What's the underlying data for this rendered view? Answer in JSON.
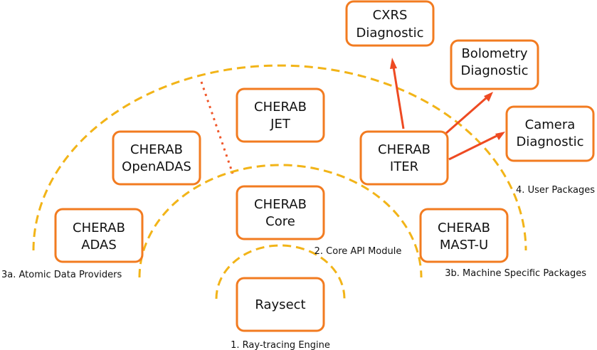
{
  "colors": {
    "box_border": "#f27b20",
    "ring_dashes": "#f2b418",
    "arrows": "#ee4a22",
    "divider_dots": "#f0572a",
    "text": "#111111"
  },
  "boxes": {
    "cxrs": [
      "CXRS",
      "Diagnostic"
    ],
    "bolometry": [
      "Bolometry",
      "Diagnostic"
    ],
    "camera": [
      "Camera",
      "Diagnostic"
    ],
    "jet": [
      "CHERAB",
      "JET"
    ],
    "openadas": [
      "CHERAB",
      "OpenADAS"
    ],
    "iter": [
      "CHERAB",
      "ITER"
    ],
    "adas": [
      "CHERAB",
      "ADAS"
    ],
    "core": [
      "CHERAB",
      "Core"
    ],
    "mastu": [
      "CHERAB",
      "MAST-U"
    ],
    "raysect": [
      "Raysect"
    ]
  },
  "captions": {
    "user_packages": "4. User Packages",
    "core_api": "2. Core API Module",
    "atomic": "3a. Atomic Data Providers",
    "machine": "3b. Machine Specific Packages",
    "engine": "1. Ray-tracing Engine"
  }
}
